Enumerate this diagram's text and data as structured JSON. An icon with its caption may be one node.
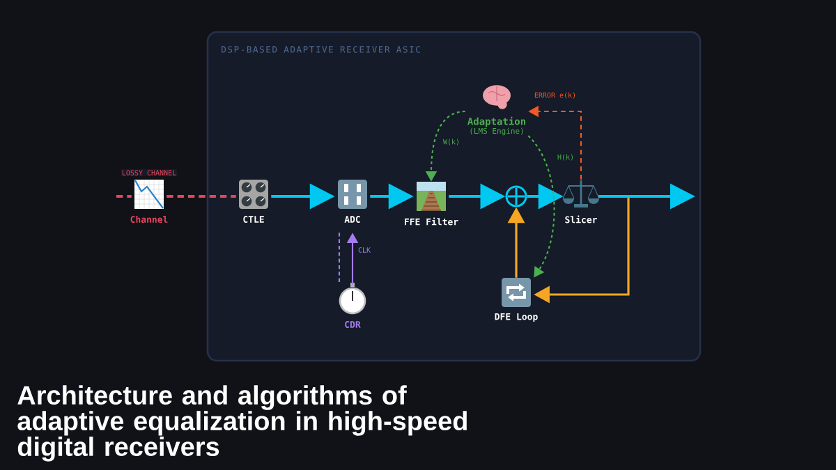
{
  "diagram": {
    "title": "Architecture and algorithms of adaptive equalization in high-speed digital receivers",
    "nodes": [
      {
        "text": [
          "DSP-BASED ADAPTIVE RECEIVER ASIC"
        ]
      },
      {
        "text": [
          "Channel"
        ]
      },
      {
        "text": [
          "CTLE"
        ],
        "in": 0
      },
      {
        "text": [
          "ADC"
        ],
        "in": 0
      },
      {
        "text": [
          "FFE Filter"
        ],
        "in": 0
      },
      {
        "text": [],
        "shape": "circle",
        "in": 0
      },
      {
        "text": [
          "Slicer"
        ],
        "in": 0
      },
      {
        "text": [
          "Adaptation",
          "(LMS Engine)"
        ],
        "in": 0
      },
      {
        "text": [
          "DFE Loop"
        ],
        "in": 0
      },
      {
        "text": [
          "CDR"
        ],
        "in": 0
      }
    ],
    "edges": [
      {
        "from": null,
        "to": 1,
        "arrow": "none",
        "style": "dashed",
        "color": "#e8435a",
        "label": "LOSSY CHANNEL"
      },
      {
        "from": 1,
        "to": 2,
        "arrow": "none",
        "style": "dashed",
        "color": "#e8435a"
      },
      {
        "from": 2,
        "to": 3,
        "arrow": "to"
      },
      {
        "from": 3,
        "to": 4,
        "arrow": "to"
      },
      {
        "from": 4,
        "to": 5,
        "arrow": "to"
      },
      {
        "from": 5,
        "to": 6,
        "arrow": "to"
      },
      {
        "from": 6,
        "to": 8,
        "arrow": "to",
        "color": "#f5a623"
      },
      {
        "from": 6,
        "to": null,
        "arrow": "to"
      },
      {
        "from": 8,
        "to": 5,
        "arrow": "to",
        "color": "#f5a623"
      },
      {
        "from": 9,
        "to": 3,
        "arrow": "to",
        "color": "#a57cf0",
        "label": "CLK"
      },
      {
        "from": 3,
        "to": 9,
        "arrow": "none",
        "style": "dashed",
        "color": "#a57cf0"
      },
      {
        "from": 7,
        "to": 4,
        "arrow": "to",
        "style": "dashed",
        "color": "#4caf50",
        "label": "W(k)"
      },
      {
        "from": 6,
        "to": 7,
        "arrow": "to",
        "style": "dashed",
        "color": "#f05a28",
        "label": "ERROR e(k)"
      },
      {
        "from": 7,
        "to": 8,
        "arrow": "to",
        "style": "dashed",
        "color": "#4caf50",
        "label": "H(k)"
      }
    ]
  }
}
